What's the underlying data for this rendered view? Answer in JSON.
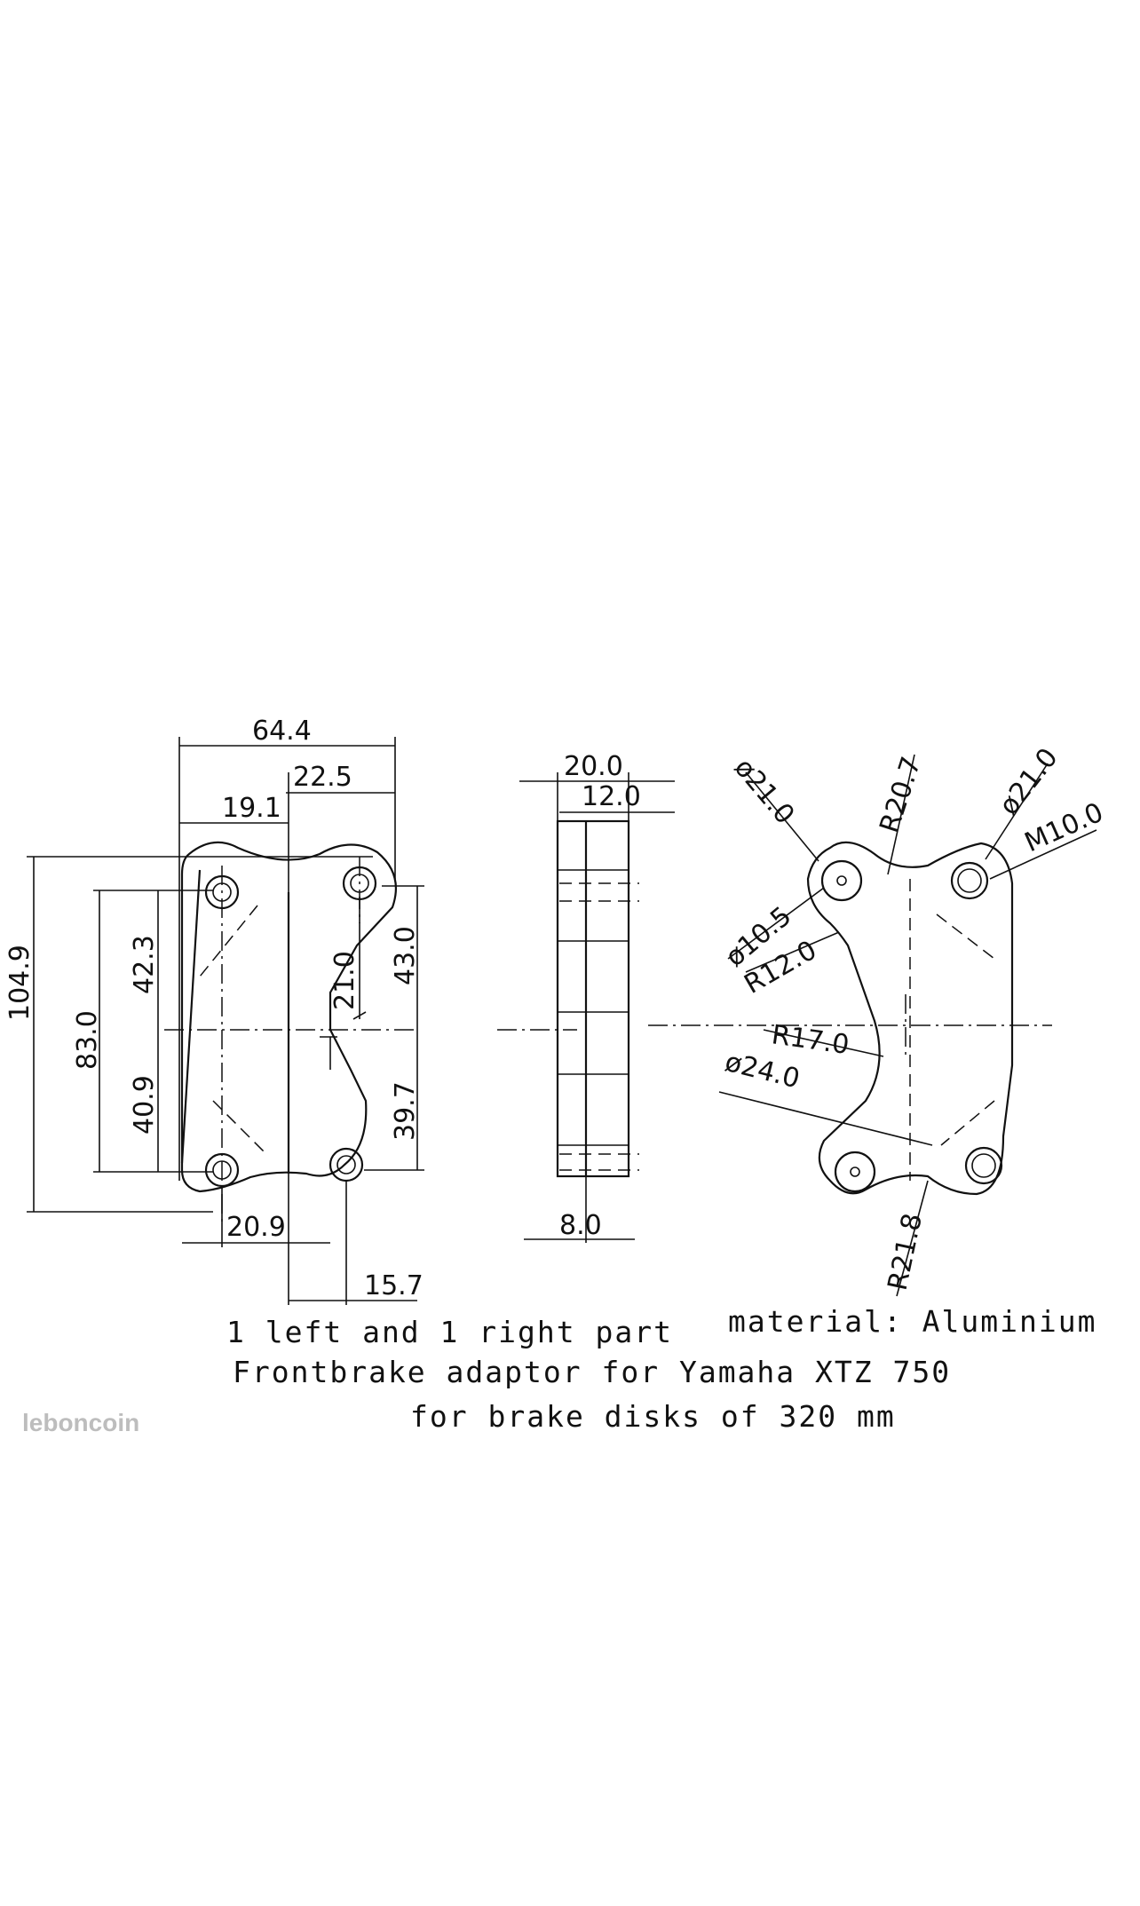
{
  "drawing": {
    "front_view": {
      "overall_width": "64.4",
      "hole_offset_right": "22.5",
      "hole_offset_left": "19.1",
      "overall_height": "104.9",
      "hole_spacing_left": "83.0",
      "upper_left": "42.3",
      "lower_left": "40.9",
      "slot_width": "21.0",
      "upper_right": "43.0",
      "lower_right": "39.7",
      "bottom_left": "20.9",
      "bottom_offset": "15.7"
    },
    "side_view": {
      "total_thickness": "20.0",
      "step_thickness": "12.0",
      "plate_thickness": "8.0"
    },
    "rear_view": {
      "hole_dia_left": "ø21.0",
      "boss_radius": "R20.7",
      "hole_dia_right": "ø21.0",
      "thread": "M10.0",
      "bore_dia": "ø10.5",
      "fillet_radius": "R12.0",
      "inner_radius": "R17.0",
      "lower_hole_dia": "ø24.0",
      "lower_radius": "R21.8"
    },
    "notes": {
      "quantity": "1 left and 1 right part",
      "material": "material: Aluminium",
      "title": "Frontbrake adaptor for Yamaha XTZ 750",
      "subtitle": "for brake disks of 320 mm"
    },
    "watermark": "leboncoin"
  }
}
